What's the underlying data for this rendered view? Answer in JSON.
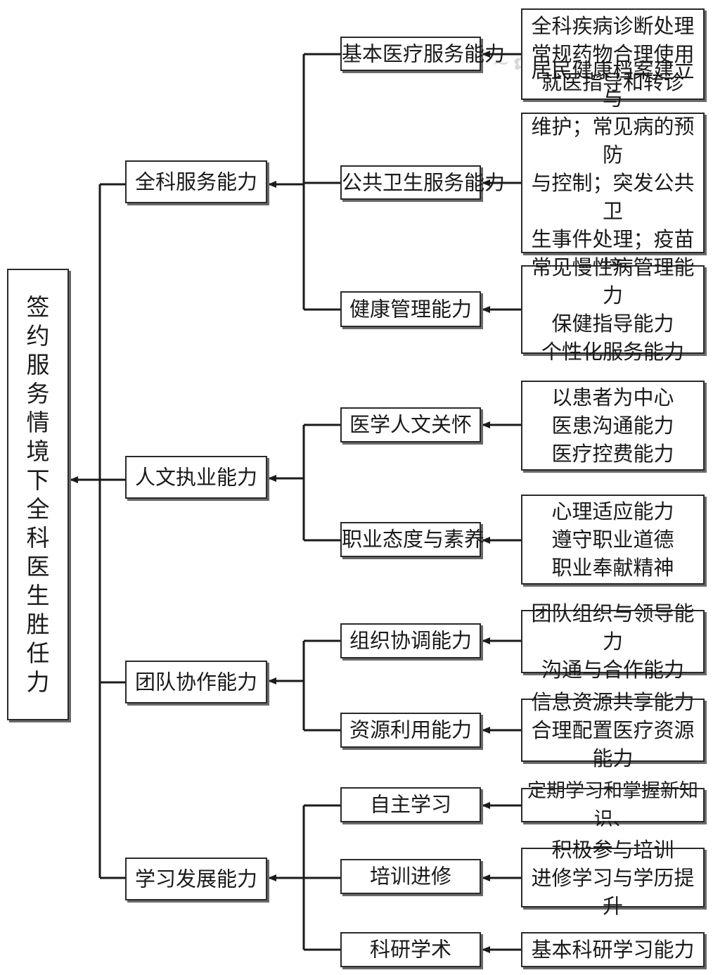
{
  "root": {
    "label": "签约服务情境下全科医生胜任力"
  },
  "categories": [
    {
      "label": "全科服务能力",
      "items": [
        {
          "label": "基本医疗服务能力",
          "detail": "全科疾病诊断处理\n常规药物合理使用\n就医指导和转诊"
        },
        {
          "label": "公共卫生服务能力",
          "detail": "居民健康档案建立与\n维护；常见病的预防\n与控制；突发公共卫\n生事件处理；疫苗接\n种宣传与组织"
        },
        {
          "label": "健康管理能力",
          "detail": "常见慢性病管理能力\n保健指导能力\n个性化服务能力"
        }
      ]
    },
    {
      "label": "人文执业能力",
      "items": [
        {
          "label": "医学人文关怀",
          "detail": "以患者为中心\n医患沟通能力\n医疗控费能力"
        },
        {
          "label": "职业态度与素养",
          "detail": "心理适应能力\n遵守职业道德\n职业奉献精神"
        }
      ]
    },
    {
      "label": "团队协作能力",
      "items": [
        {
          "label": "组织协调能力",
          "detail": "团队组织与领导能力\n沟通与合作能力"
        },
        {
          "label": "资源利用能力",
          "detail": "信息资源共享能力\n合理配置医疗资源能力"
        }
      ]
    },
    {
      "label": "学习发展能力",
      "items": [
        {
          "label": "自主学习",
          "detail": "定期学习和掌握新知识、"
        },
        {
          "label": "培训进修",
          "detail": "积极参与培训\n进修学习与学历提升"
        },
        {
          "label": "科研学术",
          "detail": "基本科研学习能力"
        }
      ]
    }
  ]
}
